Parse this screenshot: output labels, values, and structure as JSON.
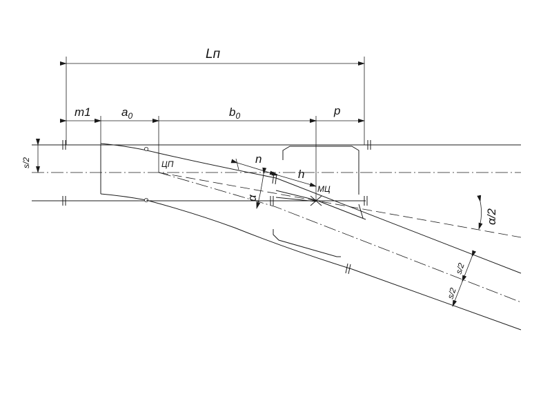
{
  "labels": {
    "L": "Lп",
    "m1": "m1",
    "a0": "a0",
    "b0": "b0",
    "p": "p",
    "s2_left": "s/2",
    "CP": "ЦП",
    "n": "n",
    "h": "h",
    "MC": "МЦ",
    "alpha": "α",
    "alpha2": "α/2",
    "s2_right_upper": "s/2",
    "s2_right_lower": "s/2"
  }
}
